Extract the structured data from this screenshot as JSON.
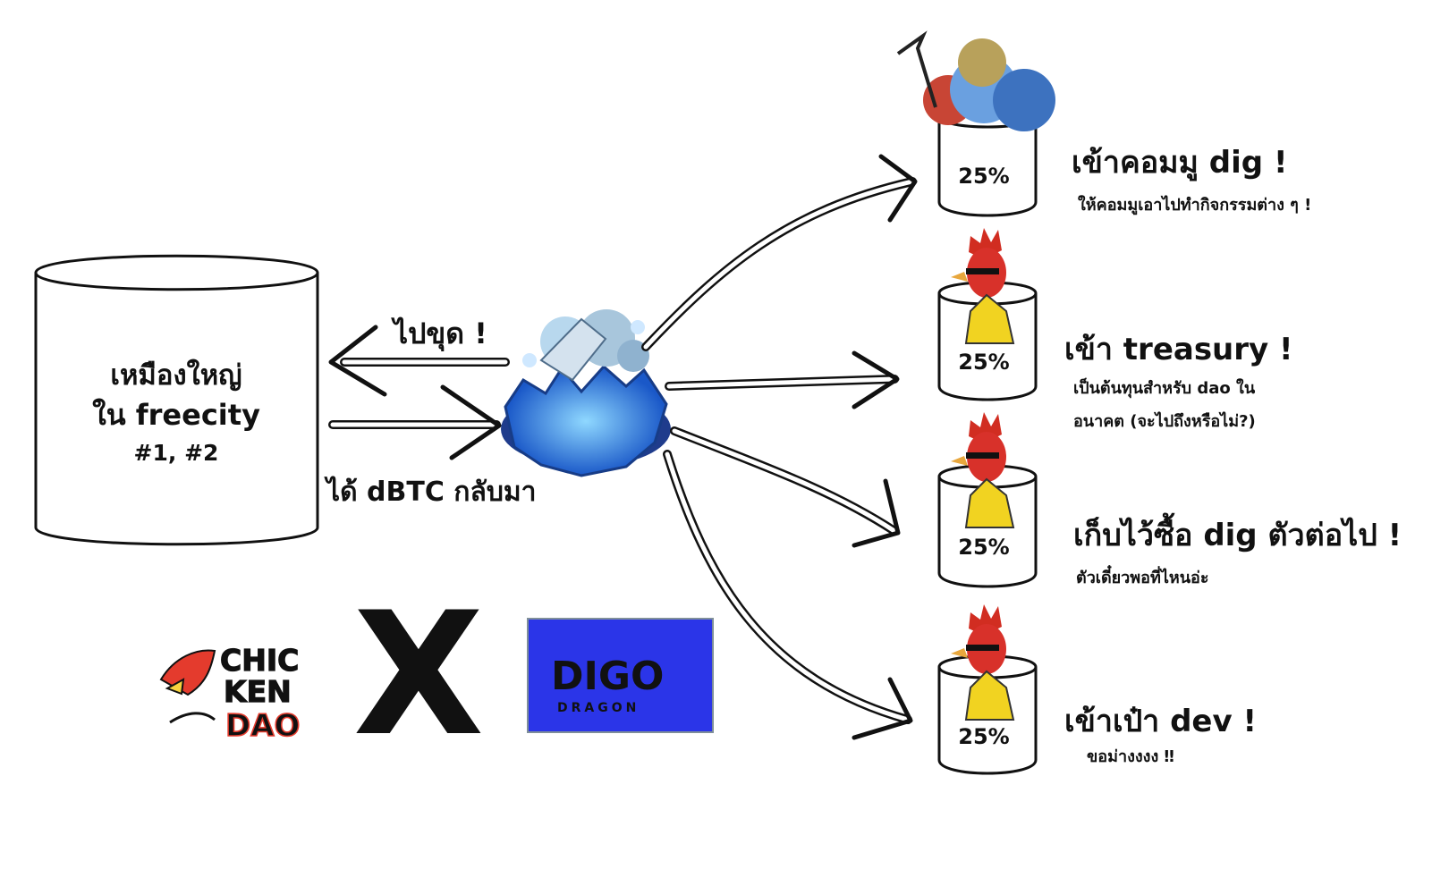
{
  "source": {
    "line1": "เหมืองใหญ่",
    "line2": "ใน freecity",
    "line3": "#1, #2"
  },
  "flow": {
    "to_mine": "ไปขุด !",
    "return": "ได้ dBTC กลับมา"
  },
  "buckets": [
    {
      "percent": "25%",
      "title": "เข้าคอมมู dig !",
      "subtitle": "ให้คอมมูเอาไปทำกิจกรรมต่าง ๆ !",
      "subtitle2": ""
    },
    {
      "percent": "25%",
      "title": "เข้า treasury !",
      "subtitle": "เป็นต้นทุนสำหรับ dao ใน",
      "subtitle2": "อนาคต (จะไปถึงหรือไม่?)"
    },
    {
      "percent": "25%",
      "title": "เก็บไว้ซื้อ dig ตัวต่อไป !",
      "subtitle": "ตัวเดี๋ยวพอที่ไหนอ่ะ",
      "subtitle2": ""
    },
    {
      "percent": "25%",
      "title": "เข้าเป๋า dev !",
      "subtitle": "ขอม่างงงง ‼",
      "subtitle2": ""
    }
  ],
  "logos": {
    "chicken_dao": {
      "line1": "CHIC",
      "line2": "KEN",
      "line3": "DAO"
    },
    "cross": "X",
    "dig_dragon": {
      "word": "DIGO",
      "sub": "DRAGON",
      "color": "#2b35e8"
    }
  }
}
